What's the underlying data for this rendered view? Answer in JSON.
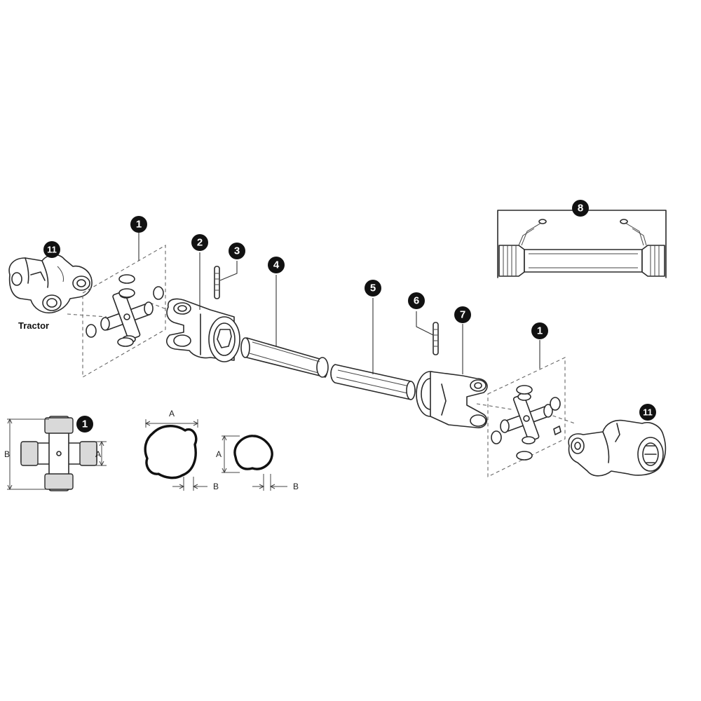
{
  "labels": {
    "tractor": "Tractor"
  },
  "callouts": {
    "cross_journal_left": "1",
    "tube_yoke": "2",
    "spring_pin_left": "3",
    "outer_tube": "4",
    "inner_tube": "5",
    "spring_pin_right": "6",
    "tube_yoke_right": "7",
    "safety_shield": "8",
    "cross_journal_right": "1",
    "yoke_tractor": "11",
    "yoke_implement": "11",
    "cross_dimension_detail": "1"
  },
  "dimensions": {
    "cross_a": "A",
    "cross_b": "B",
    "lemon_a": "A",
    "lemon_b": "B",
    "triangle_a": "A",
    "triangle_b": "B"
  }
}
